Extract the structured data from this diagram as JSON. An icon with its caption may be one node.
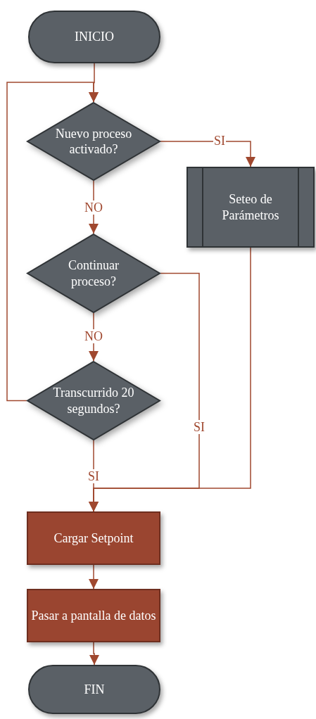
{
  "diagram": {
    "nodes": [
      {
        "text": [
          "INICIO"
        ]
      },
      {
        "text": [
          "Nuevo proceso activado?"
        ]
      },
      {
        "text": [
          "Seteo de Parámetros"
        ]
      },
      {
        "text": [
          "Continuar proceso?"
        ]
      },
      {
        "text": [
          "Transcurrido 20 segundos?"
        ]
      },
      {
        "text": [
          "Cargar Setpoint"
        ]
      },
      {
        "text": [
          "Pasar a pantalla de datos"
        ]
      },
      {
        "text": [
          "FIN"
        ]
      }
    ],
    "edges": [
      {
        "from": 0,
        "to": 1,
        "arrow": "to"
      },
      {
        "from": 1,
        "to": 2,
        "arrow": "to",
        "label": "SI"
      },
      {
        "from": 1,
        "to": 3,
        "arrow": "to",
        "label": "NO"
      },
      {
        "from": 3,
        "to": 4,
        "arrow": "to",
        "label": "NO"
      },
      {
        "from": 3,
        "to": 5,
        "arrow": "to",
        "label": "SI"
      },
      {
        "from": 4,
        "to": 5,
        "arrow": "to",
        "label": "SI"
      },
      {
        "from": 2,
        "to": 5,
        "arrow": "to"
      },
      {
        "from": 4,
        "to": 1,
        "arrow": "to"
      },
      {
        "from": 5,
        "to": 6,
        "arrow": "to"
      },
      {
        "from": 6,
        "to": 7,
        "arrow": "to"
      }
    ]
  }
}
